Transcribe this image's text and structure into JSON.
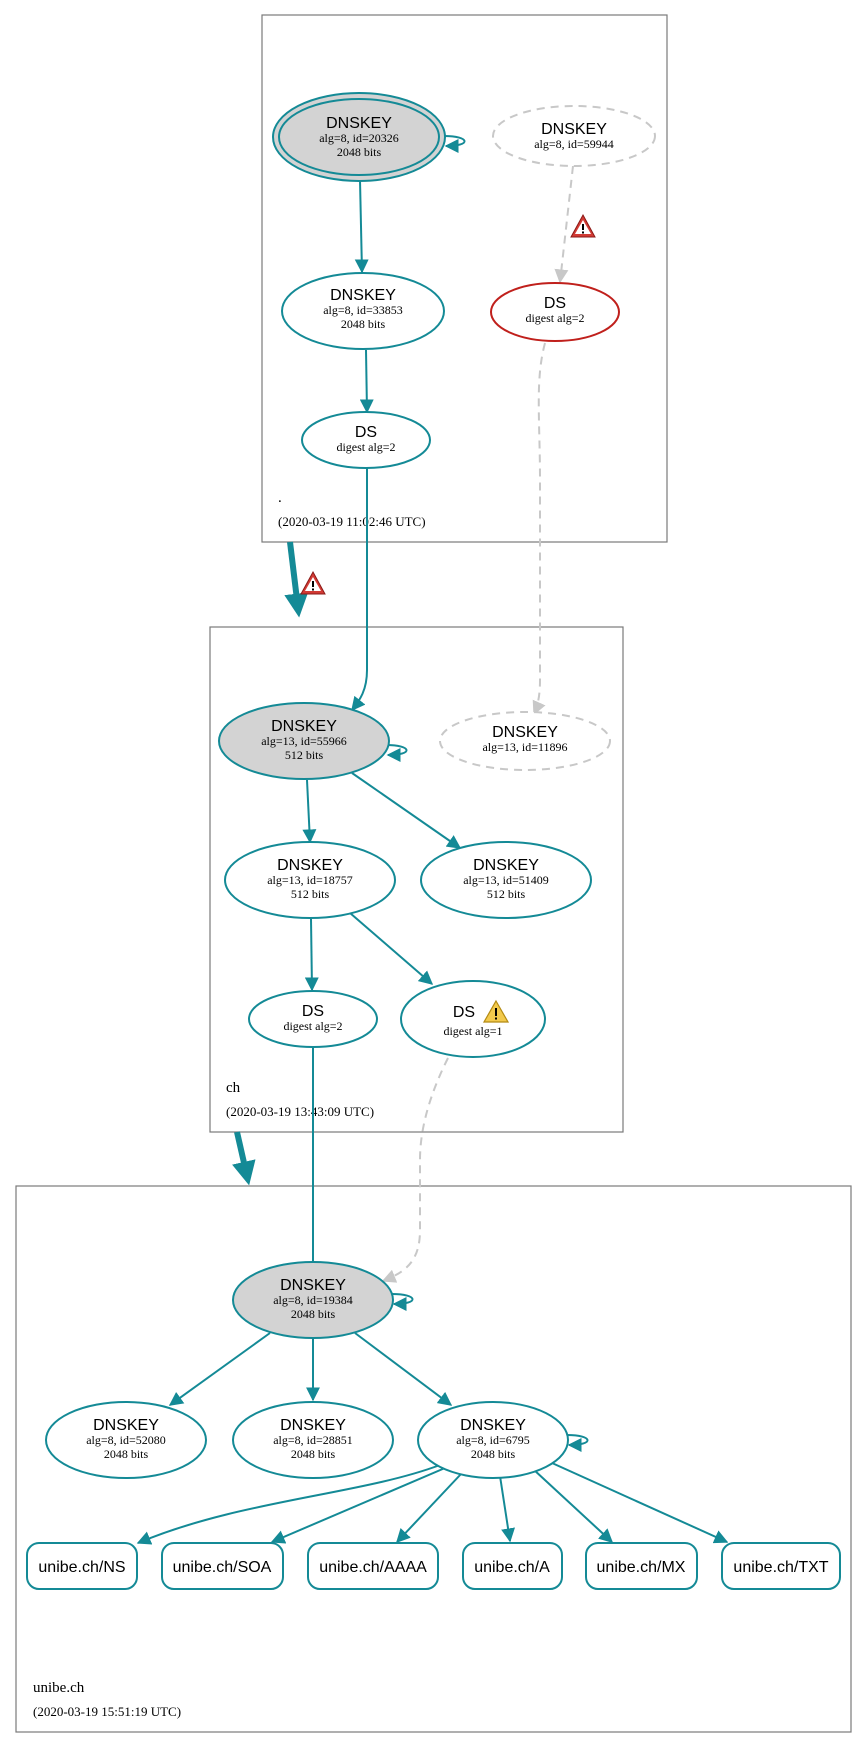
{
  "zones": [
    {
      "id": "root",
      "label": ".",
      "timestamp": "(2020-03-19 11:02:46 UTC)"
    },
    {
      "id": "ch",
      "label": "ch",
      "timestamp": "(2020-03-19 13:43:09 UTC)"
    },
    {
      "id": "unibe",
      "label": "unibe.ch",
      "timestamp": "(2020-03-19 15:51:19 UTC)"
    }
  ],
  "nodes": {
    "root_ksk": {
      "title": "DNSKEY",
      "line1": "alg=8, id=20326",
      "line2": "2048 bits"
    },
    "root_ghost": {
      "title": "DNSKEY",
      "line1": "alg=8, id=59944",
      "line2": ""
    },
    "root_zsk": {
      "title": "DNSKEY",
      "line1": "alg=8, id=33853",
      "line2": "2048 bits"
    },
    "root_ds_bogus": {
      "title": "DS",
      "line1": "digest alg=2",
      "line2": ""
    },
    "root_ds": {
      "title": "DS",
      "line1": "digest alg=2",
      "line2": ""
    },
    "ch_ksk": {
      "title": "DNSKEY",
      "line1": "alg=13, id=55966",
      "line2": "512 bits"
    },
    "ch_ghost": {
      "title": "DNSKEY",
      "line1": "alg=13, id=11896",
      "line2": ""
    },
    "ch_zsk1": {
      "title": "DNSKEY",
      "line1": "alg=13, id=18757",
      "line2": "512 bits"
    },
    "ch_zsk2": {
      "title": "DNSKEY",
      "line1": "alg=13, id=51409",
      "line2": "512 bits"
    },
    "ch_ds2": {
      "title": "DS",
      "line1": "digest alg=2",
      "line2": ""
    },
    "ch_ds1": {
      "title": "DS",
      "line1": "digest alg=1",
      "line2": ""
    },
    "unibe_ksk": {
      "title": "DNSKEY",
      "line1": "alg=8, id=19384",
      "line2": "2048 bits"
    },
    "unibe_k1": {
      "title": "DNSKEY",
      "line1": "alg=8, id=52080",
      "line2": "2048 bits"
    },
    "unibe_k2": {
      "title": "DNSKEY",
      "line1": "alg=8, id=28851",
      "line2": "2048 bits"
    },
    "unibe_zsk": {
      "title": "DNSKEY",
      "line1": "alg=8, id=6795",
      "line2": "2048 bits"
    }
  },
  "rrsets": [
    "unibe.ch/NS",
    "unibe.ch/SOA",
    "unibe.ch/AAAA",
    "unibe.ch/A",
    "unibe.ch/MX",
    "unibe.ch/TXT"
  ],
  "colors": {
    "secure": "#148a96",
    "bogus": "#c0201c",
    "ghost": "#c8c8c8",
    "sep_fill": "#d3d3d3",
    "error_icon": "#d23a34",
    "warning_icon": "#f2c94c"
  },
  "icons": [
    "error-icon",
    "warning-icon"
  ]
}
